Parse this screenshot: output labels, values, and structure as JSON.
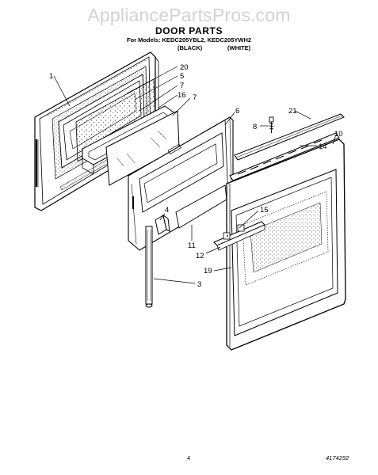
{
  "watermark": "AppliancePartsPros.com",
  "header": {
    "title": "DOOR PARTS",
    "models": "For Models: KEDC205YBL2, KEDC205YWH2",
    "color_black": "(BLACK)",
    "color_white": "(WHITE)"
  },
  "callouts": [
    "1",
    "20",
    "5",
    "7",
    "16",
    "7",
    "6",
    "21",
    "8",
    "10",
    "14",
    "4",
    "15",
    "11",
    "12",
    "19",
    "3"
  ],
  "footer": {
    "page_number": "4",
    "document_number": "4174292"
  }
}
